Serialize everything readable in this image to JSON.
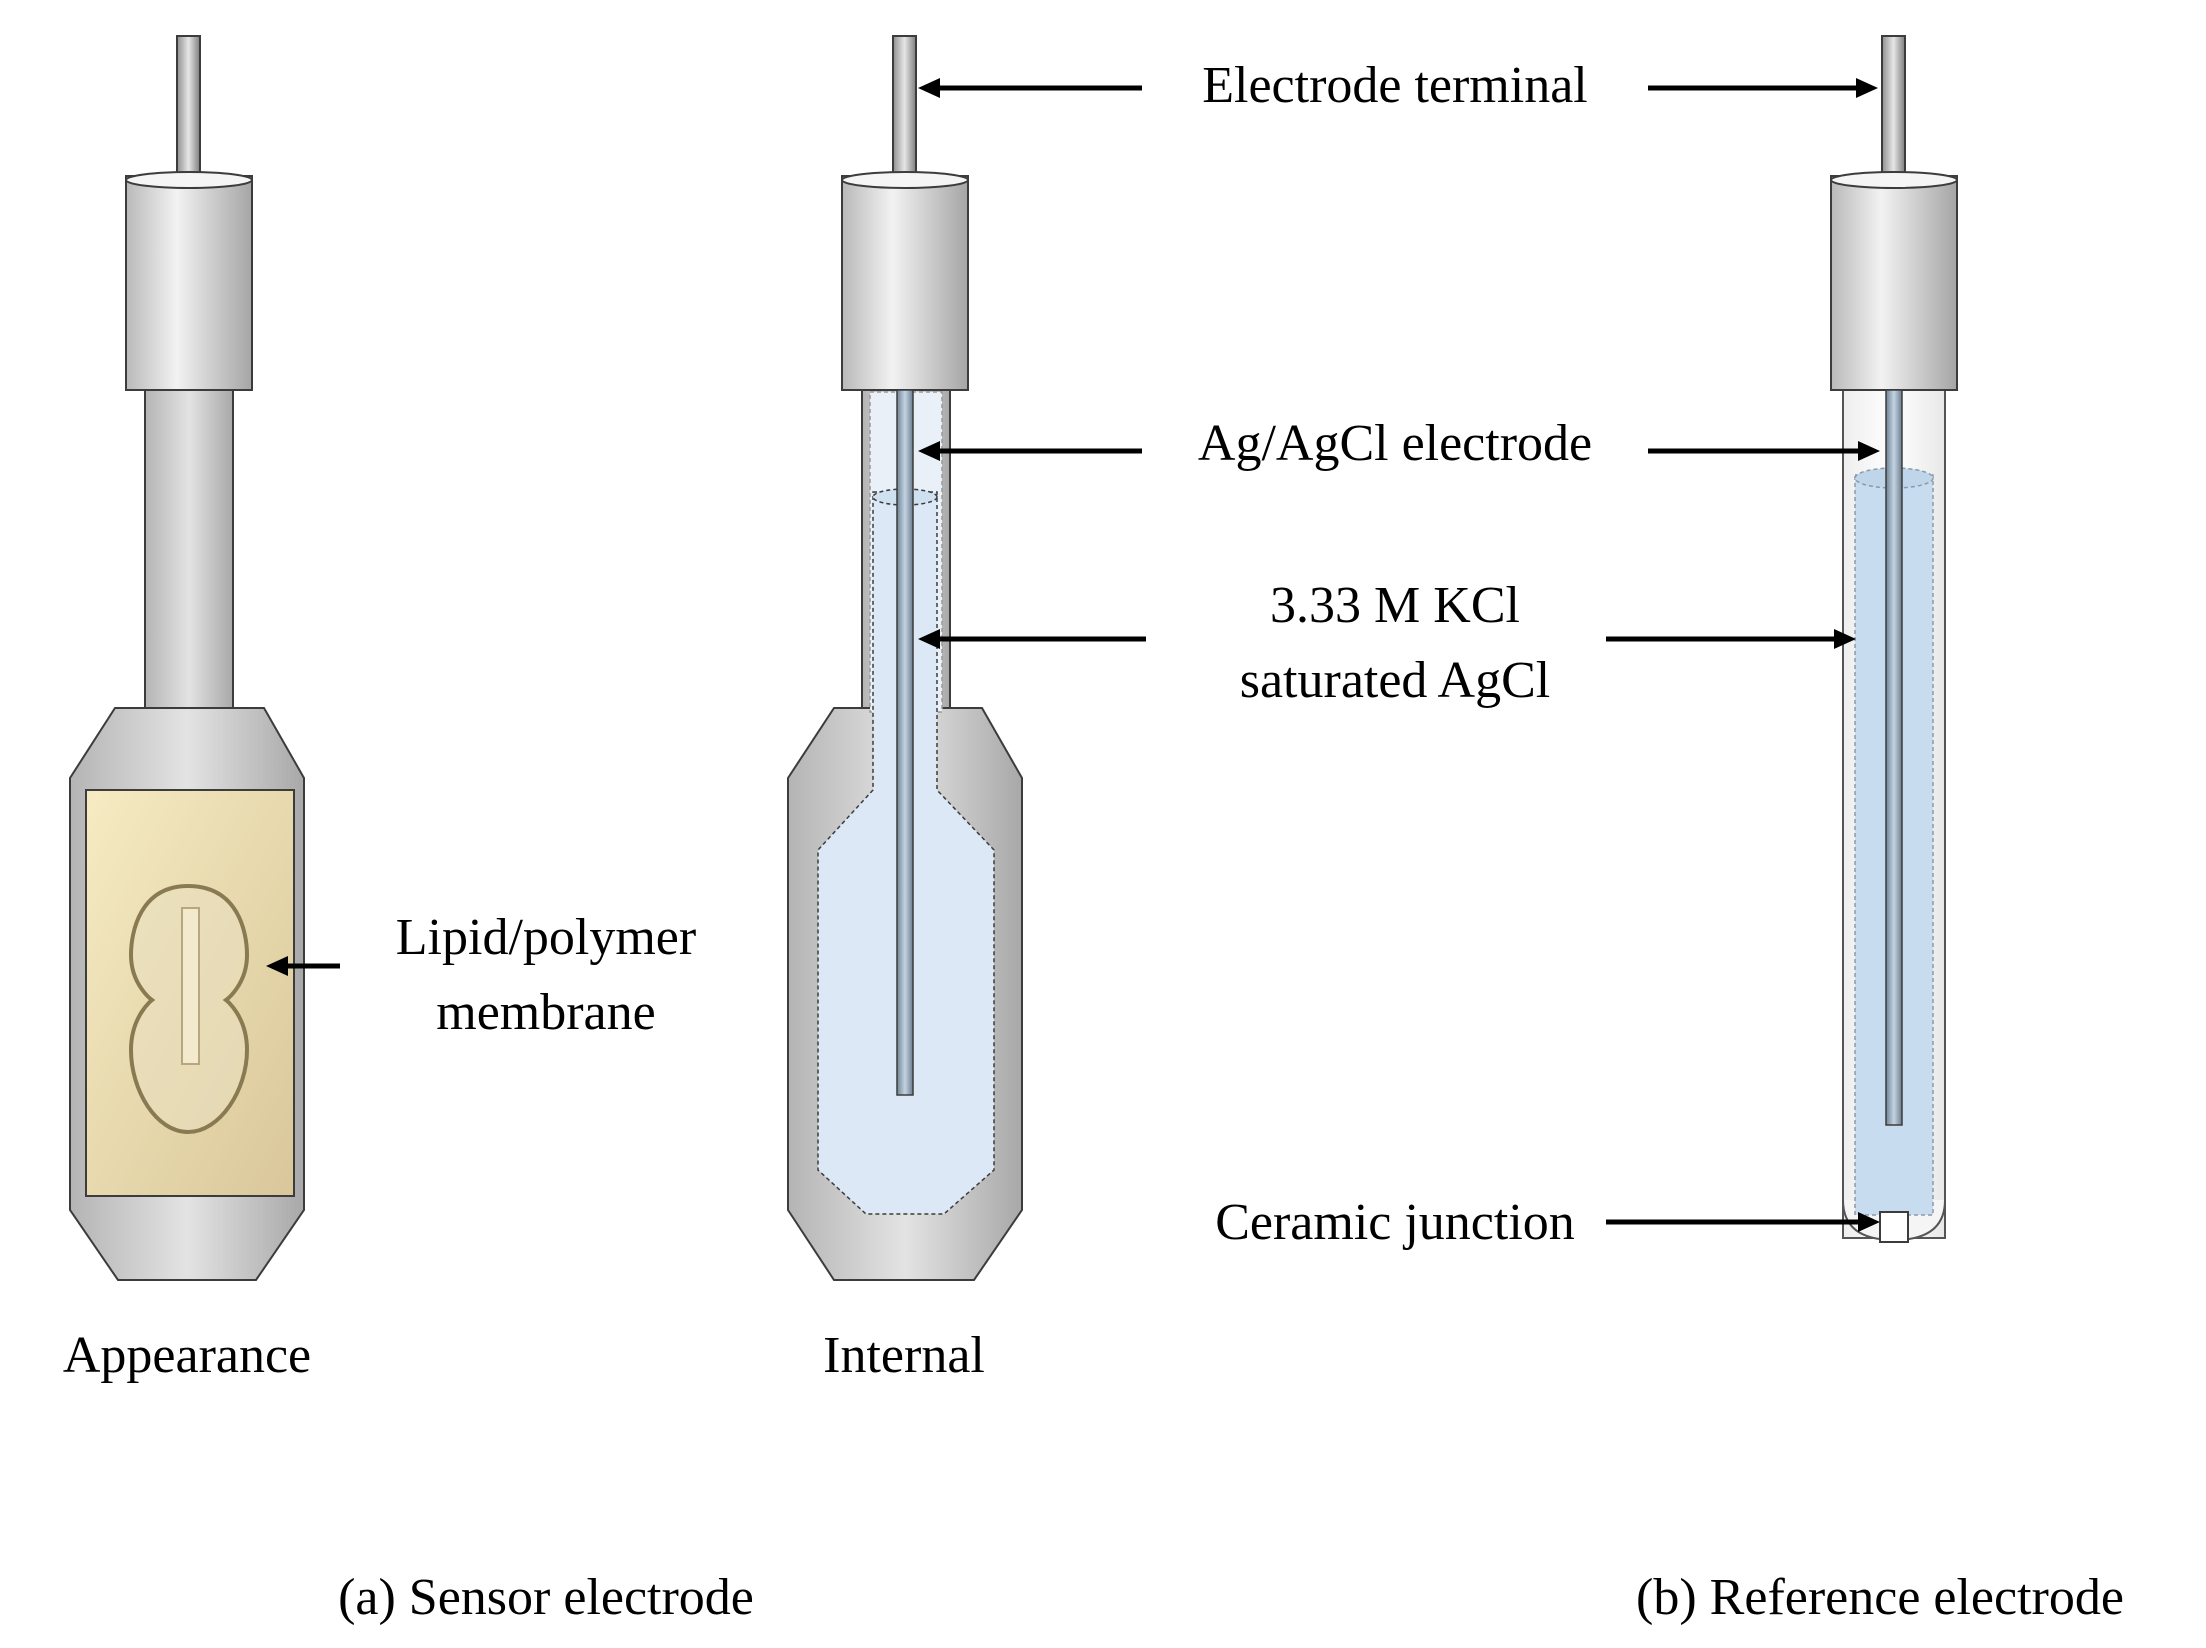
{
  "labels": {
    "electrode_terminal": "Electrode terminal",
    "ag_agcl": "Ag/AgCl electrode",
    "kcl_line1": "3.33 M KCl",
    "kcl_line2": "saturated AgCl",
    "ceramic": "Ceramic junction",
    "lipid_line1": "Lipid/polymer",
    "lipid_line2": "membrane",
    "appearance": "Appearance",
    "internal": "Internal",
    "caption_a": "(a) Sensor electrode",
    "caption_b": "(b) Reference electrode"
  },
  "colors": {
    "body_gray": "#c9c9c9",
    "liquid_blue": "#dbe7f4",
    "rod_blue": "#a9bccd",
    "membrane_tan": "#e9dcae",
    "outline": "#3c3c3c"
  }
}
